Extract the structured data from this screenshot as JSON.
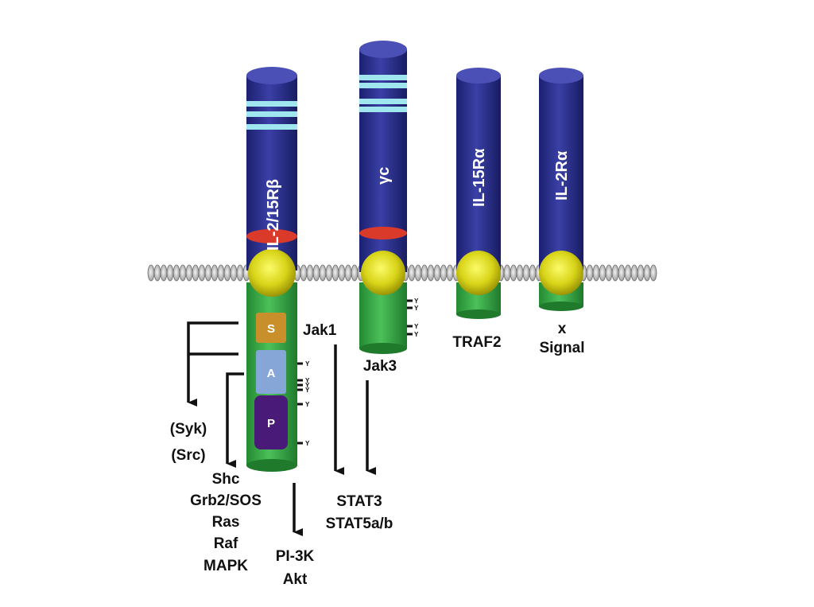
{
  "receptors": {
    "il2_15rb": "IL-2/15Rβ",
    "gc": "γc",
    "il15ra": "IL-15Rα",
    "il2ra": "IL-2Rα"
  },
  "domains": {
    "s": "S",
    "a": "A",
    "p": "P"
  },
  "tyrosine": "Y",
  "kinases": {
    "jak1": "Jak1",
    "jak3": "Jak3"
  },
  "adaptors": {
    "traf2": "TRAF2",
    "x": "x",
    "signal": "Signal"
  },
  "outputs": {
    "syk": "(Syk)",
    "src": "(Src)",
    "shc": "Shc",
    "grb2": "Grb2/SOS",
    "ras": "Ras",
    "raf": "Raf",
    "mapk": "MAPK",
    "pi3k": "PI-3K",
    "akt": "Akt",
    "stat3": "STAT3",
    "stat5": "STAT5a/b"
  },
  "colors": {
    "receptor": "#2a2f8c",
    "receptor_top": "#4a50b5",
    "stripe": "#9fe6ee",
    "red_band": "#d93a2a",
    "membrane_sphere": "#e6e21a",
    "cytoplasmic": "#3aa84a",
    "domain_s": "#c98f2a",
    "domain_a": "#86a6d8",
    "domain_p": "#4a1a78"
  }
}
